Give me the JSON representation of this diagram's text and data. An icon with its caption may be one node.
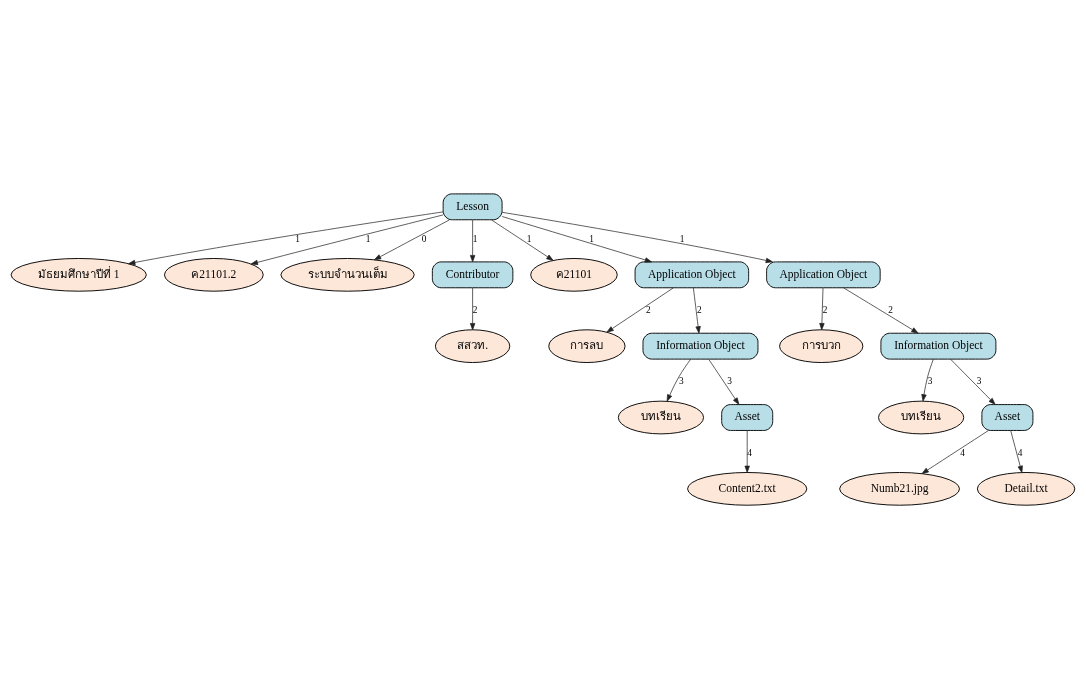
{
  "diagram": {
    "nodes": [
      {
        "text": [
          "Lesson"
        ]
      },
      {
        "text": [
          "มัธยมศึกษาปีที่ 1"
        ]
      },
      {
        "text": [
          "ค21101.2"
        ]
      },
      {
        "text": [
          "ระบบจำนวนเต็ม"
        ]
      },
      {
        "text": [
          "Contributor"
        ]
      },
      {
        "text": [
          "ค21101"
        ]
      },
      {
        "text": [
          "สสวท."
        ]
      },
      {
        "text": [
          "Application Object"
        ]
      },
      {
        "text": [
          "Application Object"
        ]
      },
      {
        "text": [
          "การลบ"
        ]
      },
      {
        "text": [
          "การบวก"
        ]
      },
      {
        "text": [
          "Information Object"
        ]
      },
      {
        "text": [
          "Information Object"
        ]
      },
      {
        "text": [
          "บทเรียน"
        ]
      },
      {
        "text": [
          "Asset"
        ]
      },
      {
        "text": [
          "บทเรียน"
        ]
      },
      {
        "text": [
          "Content2.txt"
        ]
      },
      {
        "text": [
          "Asset"
        ]
      },
      {
        "text": [
          "Numb21.jpg"
        ]
      },
      {
        "text": [
          "Detail.txt"
        ]
      }
    ],
    "edges": [
      {
        "from": 0,
        "to": 1,
        "arrow": "to",
        "label": "1"
      },
      {
        "from": 0,
        "to": 2,
        "arrow": "to",
        "label": "1"
      },
      {
        "from": 0,
        "to": 3,
        "arrow": "to",
        "label": "0"
      },
      {
        "from": 0,
        "to": 4,
        "arrow": "to",
        "label": "1"
      },
      {
        "from": 0,
        "to": 5,
        "arrow": "to",
        "label": "1"
      },
      {
        "from": 4,
        "to": 6,
        "arrow": "to",
        "label": "2"
      },
      {
        "from": 0,
        "to": 7,
        "arrow": "to",
        "label": "1"
      },
      {
        "from": 0,
        "to": 8,
        "arrow": "to",
        "label": "1"
      },
      {
        "from": 7,
        "to": 9,
        "arrow": "to",
        "label": "2"
      },
      {
        "from": 7,
        "to": 11,
        "arrow": "to",
        "label": "2"
      },
      {
        "from": 8,
        "to": 10,
        "arrow": "to",
        "label": "2"
      },
      {
        "from": 8,
        "to": 12,
        "arrow": "to",
        "label": "2"
      },
      {
        "from": 11,
        "to": 13,
        "arrow": "to",
        "label": "3"
      },
      {
        "from": 11,
        "to": 14,
        "arrow": "to",
        "label": "3"
      },
      {
        "from": 12,
        "to": 15,
        "arrow": "to",
        "label": "3"
      },
      {
        "from": 12,
        "to": 17,
        "arrow": "to",
        "label": "3"
      },
      {
        "from": 14,
        "to": 16,
        "arrow": "to",
        "label": "4"
      },
      {
        "from": 17,
        "to": 18,
        "arrow": "to",
        "label": "4"
      },
      {
        "from": 17,
        "to": 19,
        "arrow": "to",
        "label": "4"
      }
    ]
  }
}
